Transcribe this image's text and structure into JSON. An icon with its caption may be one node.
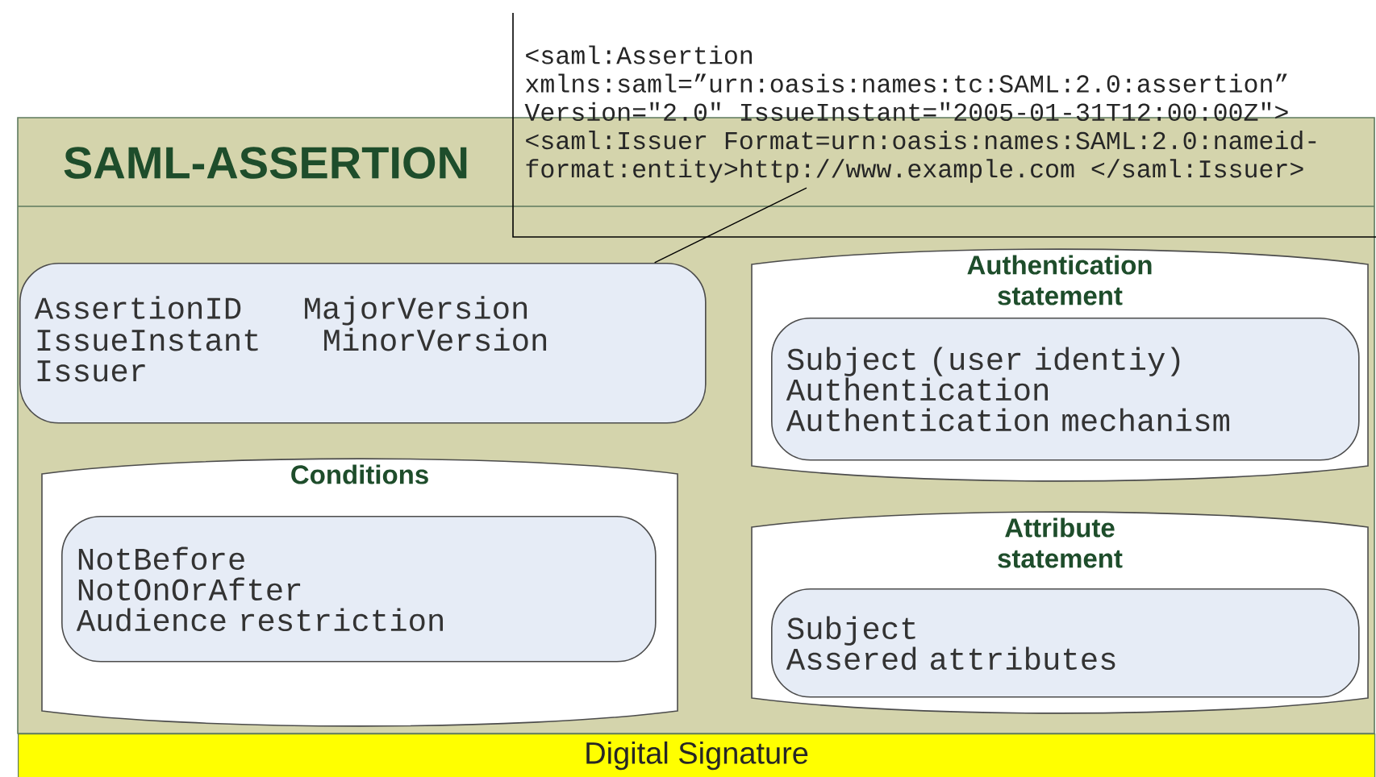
{
  "diagram": {
    "nodes": [
      {
        "text": [
          "SAML-ASSERTION"
        ]
      },
      {
        "text": [
          "AssertionID",
          "MajorVersion",
          "IssueInstant",
          "MinorVersion",
          "Issuer"
        ],
        "in": 0
      },
      {
        "text": [
          "Authentication statement"
        ],
        "in": 0
      },
      {
        "text": [
          "Subject (user identiy)",
          "Authentication",
          "Authentication mechanism"
        ],
        "in": 2
      },
      {
        "text": [
          "Conditions"
        ],
        "in": 0
      },
      {
        "text": [
          "NotBefore",
          "NotOnOrAfter",
          "Audience restriction"
        ],
        "in": 4
      },
      {
        "text": [
          "Attribute statement"
        ],
        "in": 0
      },
      {
        "text": [
          "Subject",
          "Assered attributes"
        ],
        "in": 6
      },
      {
        "text": [
          "Digital Signature"
        ]
      },
      {
        "text": [
          "<saml:Assertion",
          "xmlns:saml=”urn:oasis:names:tc:SAML:2.0:assertion”",
          "Version=\"2.0\" IssueInstant=\"2005-01-31T12:00:00Z\">",
          "<saml:Issuer Format=urn:oasis:names:SAML:2.0:nameid-",
          "format:entity>http://www.example.com </saml:Issuer>"
        ]
      }
    ],
    "edges": [
      {
        "from": 9,
        "to": 1,
        "arrow": "none"
      }
    ]
  }
}
